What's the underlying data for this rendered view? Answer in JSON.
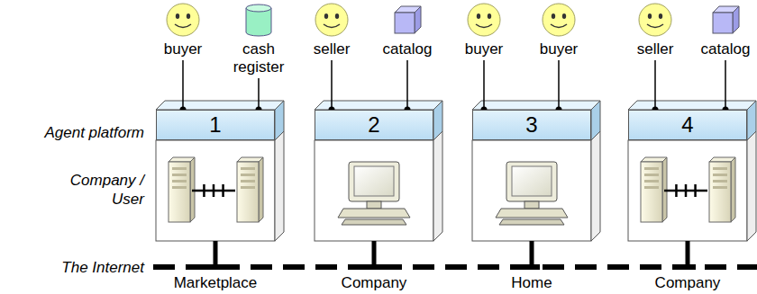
{
  "diagram": {
    "nodes": [
      {
        "text": [
          "buyer"
        ]
      },
      {
        "text": [
          "cash register"
        ]
      },
      {
        "text": [
          "seller"
        ]
      },
      {
        "text": [
          "catalog"
        ]
      },
      {
        "text": [
          "buyer"
        ]
      },
      {
        "text": [
          "buyer"
        ]
      },
      {
        "text": [
          "seller"
        ]
      },
      {
        "text": [
          "catalog"
        ]
      },
      {
        "text": [
          "1"
        ]
      },
      {
        "text": [
          "2"
        ]
      },
      {
        "text": [
          "3"
        ]
      },
      {
        "text": [
          "4"
        ]
      }
    ],
    "edges": [
      {
        "from": 0,
        "to": 8,
        "arrow": "none"
      },
      {
        "from": 1,
        "to": 8,
        "arrow": "none"
      },
      {
        "from": 2,
        "to": 9,
        "arrow": "none"
      },
      {
        "from": 3,
        "to": 9,
        "arrow": "none"
      },
      {
        "from": 4,
        "to": 10,
        "arrow": "none"
      },
      {
        "from": 5,
        "to": 10,
        "arrow": "none"
      },
      {
        "from": 6,
        "to": 11,
        "arrow": "none"
      },
      {
        "from": 7,
        "to": 11,
        "arrow": "none"
      }
    ],
    "labels": [
      "Agent platform",
      "Company / User",
      "The Internet",
      "Marketplace",
      "Company",
      "Home",
      "Company"
    ]
  }
}
